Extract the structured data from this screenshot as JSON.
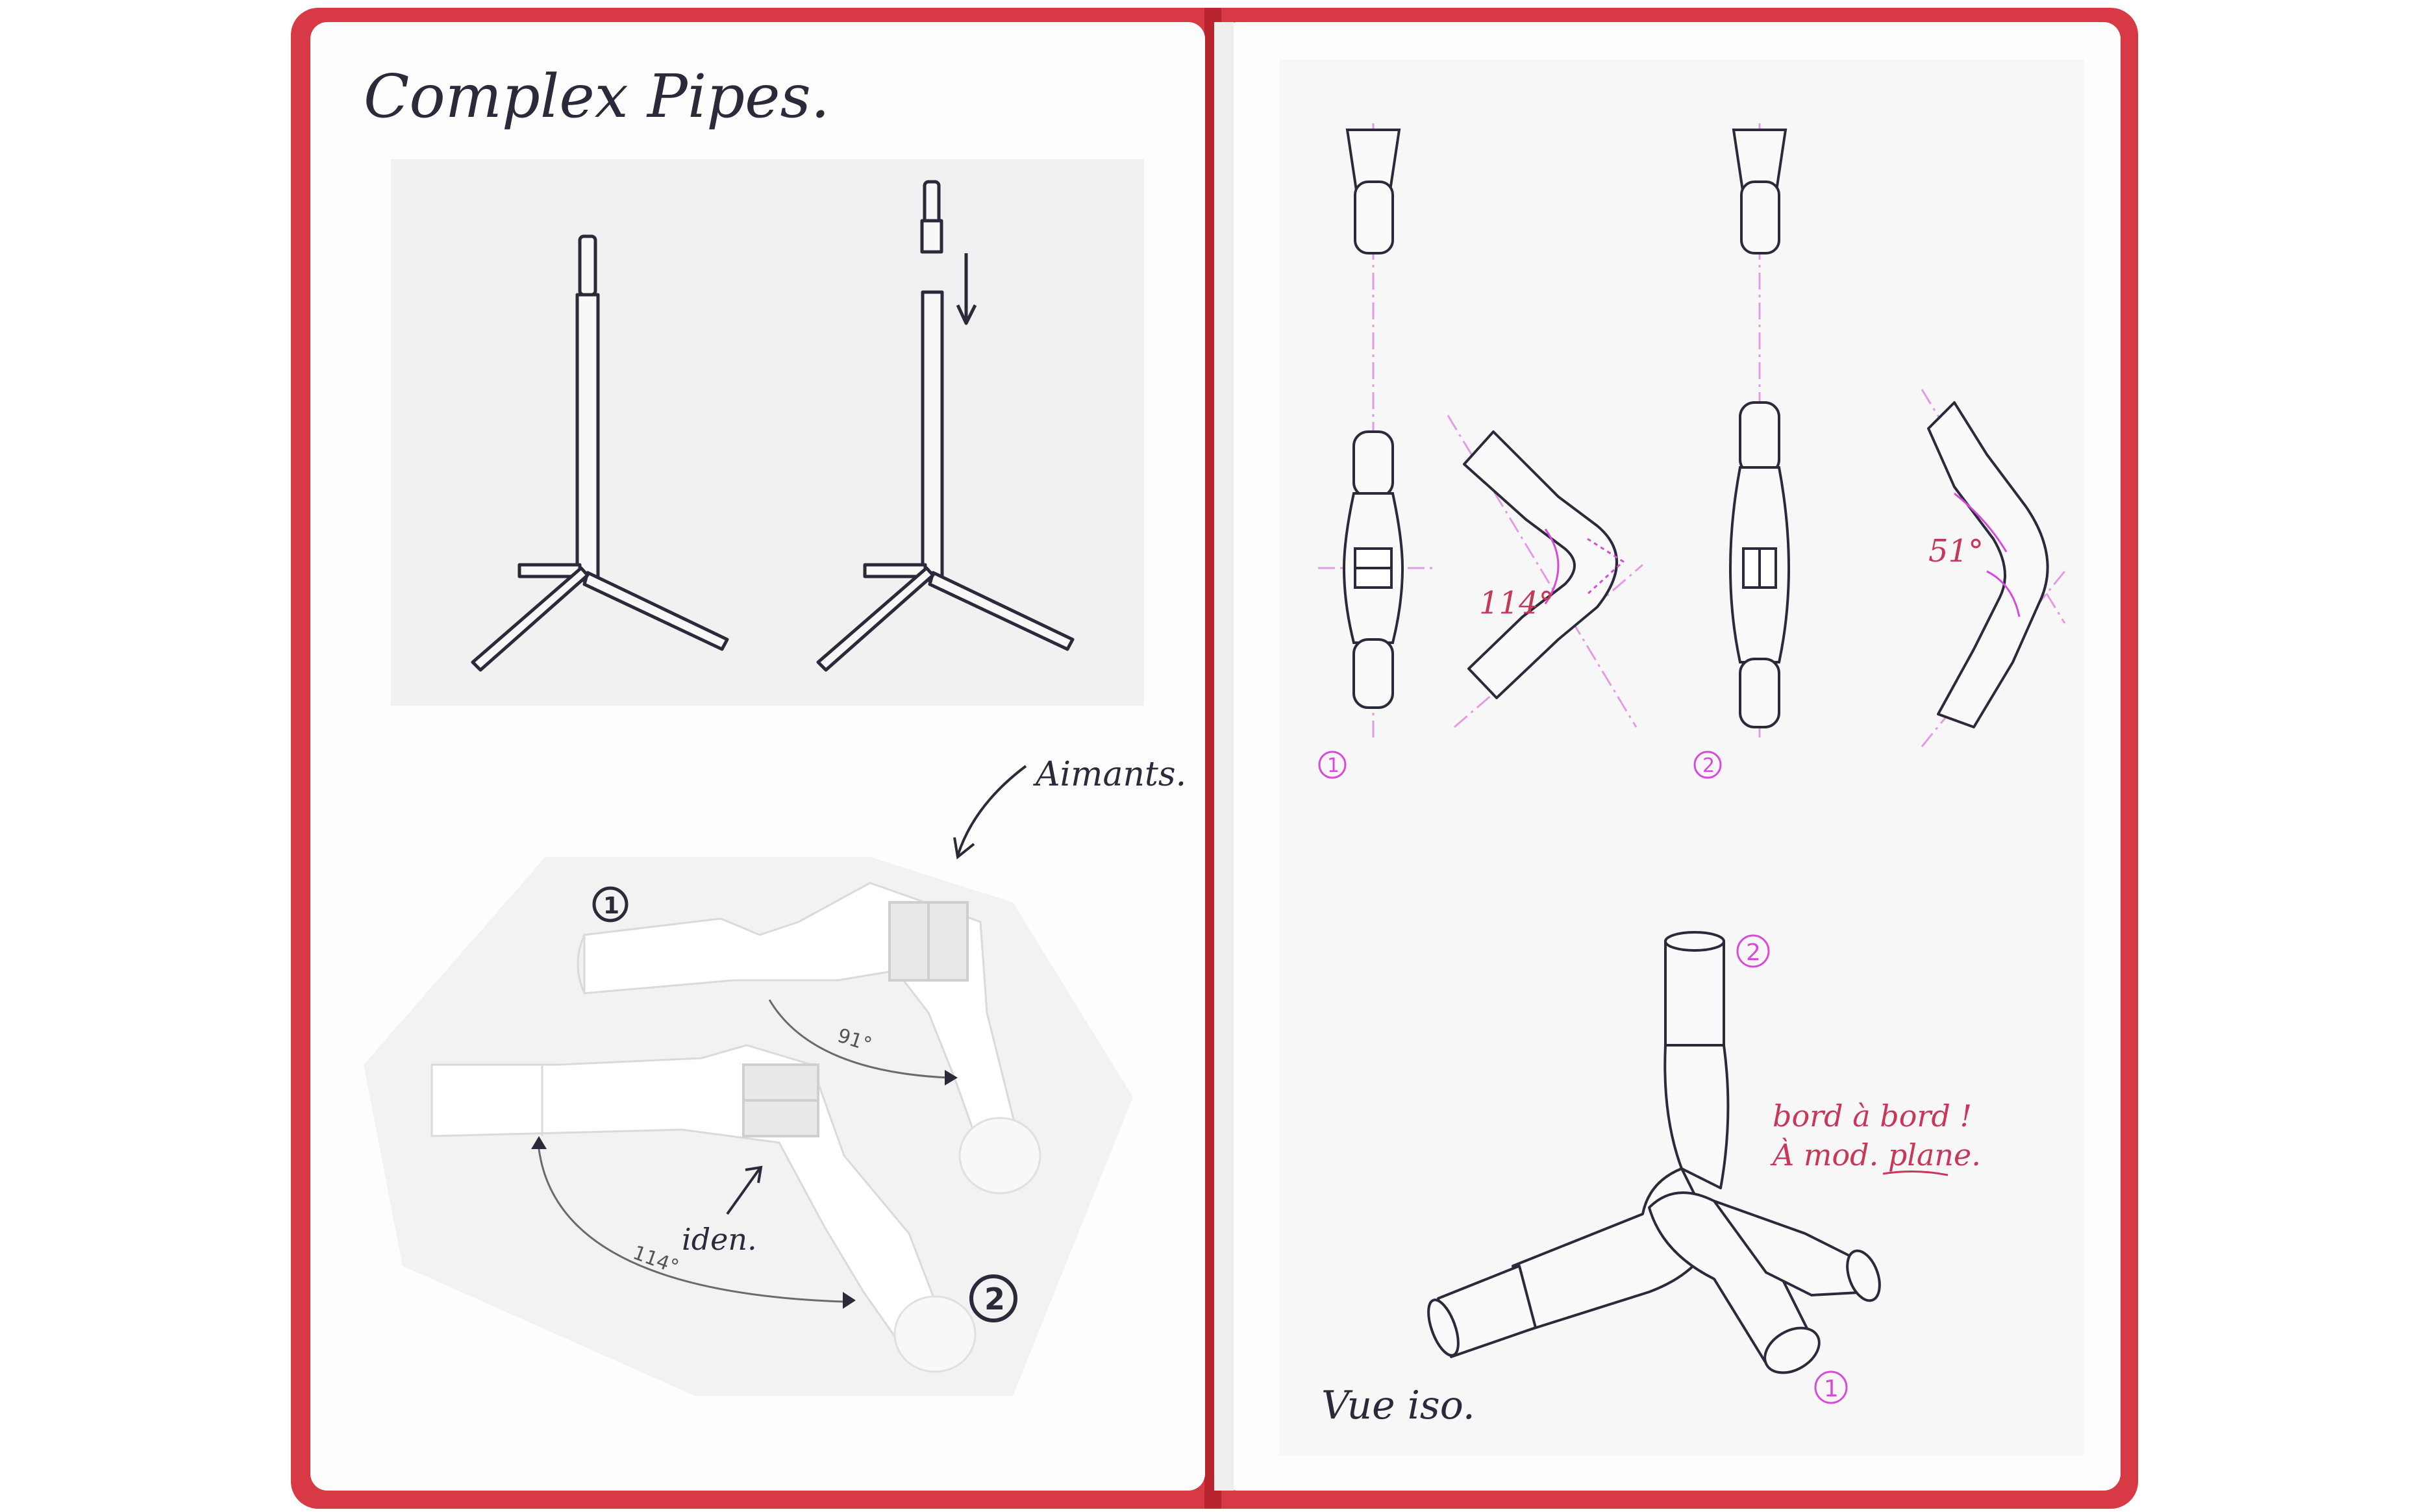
{
  "colors": {
    "cover": "#d73a45",
    "cover_dark": "#b9252f",
    "page": "#fdfdfd",
    "panel": "#f1f1f1",
    "ink": "#2a2a3a",
    "magenta": "#d84bd8",
    "pinkred": "#c8375a"
  },
  "left_page": {
    "title": "Complex Pipes.",
    "callout_aimants": "Aimants.",
    "angle_top": "91°",
    "angle_bottom": "114°",
    "callout_iden": "iden.",
    "marker_1": "1",
    "marker_2": "2"
  },
  "right_page": {
    "view1_marker": "1",
    "view1_angle": "114°",
    "view2_marker": "2",
    "view2_angle": "51°",
    "iso_marker_top": "2",
    "iso_marker_bottom": "1",
    "note_line1": "bord à bord !",
    "note_line2": "À mod. plane.",
    "iso_caption": "Vue iso."
  }
}
